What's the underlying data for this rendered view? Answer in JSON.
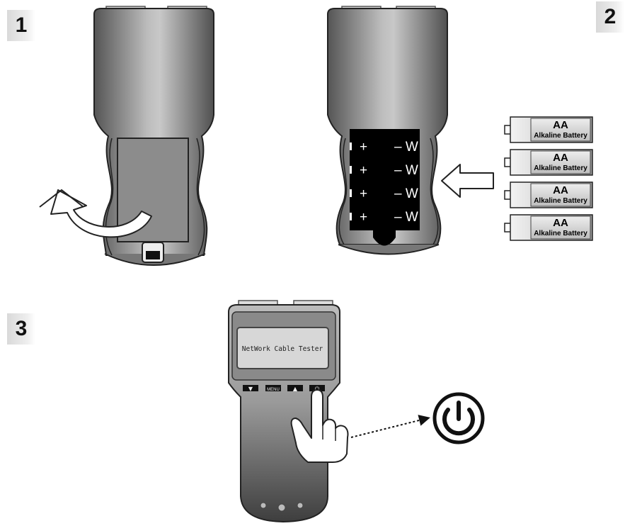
{
  "steps": {
    "step1_label": "1",
    "step2_label": "2",
    "step3_label": "3"
  },
  "batteries": [
    {
      "size": "AA",
      "type": "Alkaline Battery"
    },
    {
      "size": "AA",
      "type": "Alkaline Battery"
    },
    {
      "size": "AA",
      "type": "Alkaline Battery"
    },
    {
      "size": "AA",
      "type": "Alkaline Battery"
    }
  ],
  "compartment": {
    "slots": [
      {
        "plus": "+",
        "minus": "– W"
      },
      {
        "plus": "+",
        "minus": "– W"
      },
      {
        "plus": "+",
        "minus": "– W"
      },
      {
        "plus": "+",
        "minus": "– W"
      }
    ]
  },
  "device": {
    "lcd_text": "NetWork Cable Tester",
    "buttons": [
      "▼",
      "MENU",
      "▲",
      "⏻"
    ]
  },
  "icons": {
    "open_cover": "curved-arrow-icon",
    "insert": "left-arrow-icon",
    "press": "hand-pointer-icon",
    "power": "power-icon"
  },
  "colors": {
    "device_body": "#6e6e6e",
    "compartment": "#000000",
    "battery_dark": "#2a2a2a",
    "badge": "#dddddd"
  }
}
